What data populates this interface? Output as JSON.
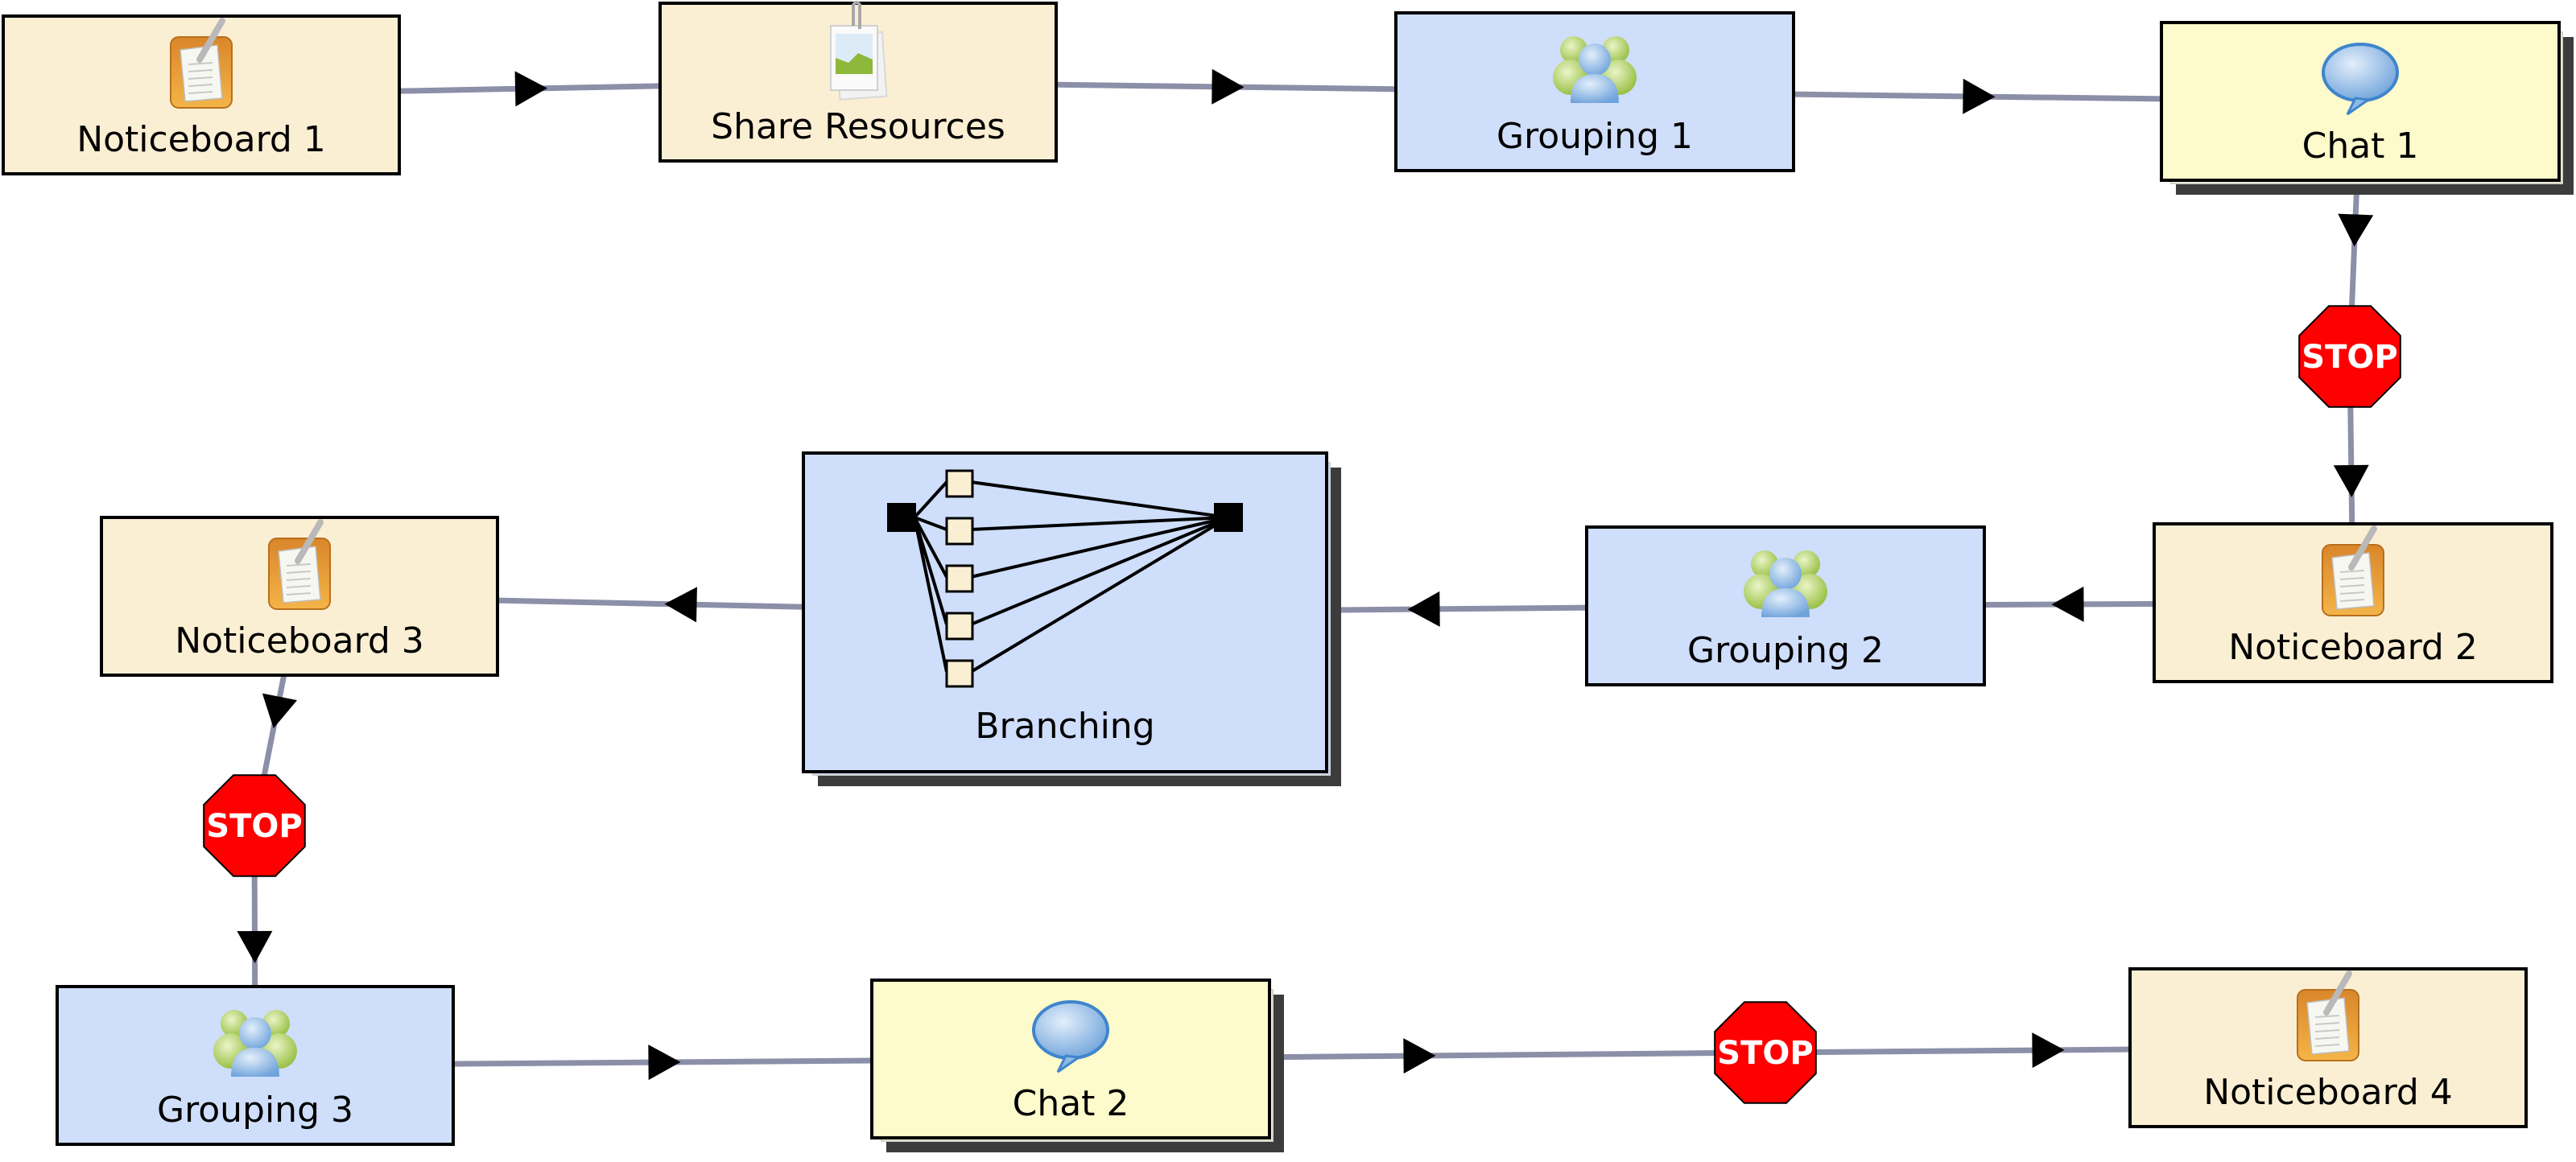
{
  "diagram": {
    "type": "learning-design-sequence",
    "colors": {
      "notice_fill": "#FBEFD3",
      "grouping_fill": "#CFDEFA",
      "chat_fill": "#FDFACB",
      "connector": "#8C8FA8",
      "stop_fill": "#FF0000",
      "shadow": "#3C3C3C"
    },
    "nodes": [
      {
        "id": "noticeboard-1",
        "label": "Noticeboard 1",
        "kind": "noticeboard",
        "icon": "noticeboard-icon"
      },
      {
        "id": "share-resources",
        "label": "Share Resources",
        "kind": "resources",
        "icon": "share-resources-icon"
      },
      {
        "id": "grouping-1",
        "label": "Grouping 1",
        "kind": "grouping",
        "icon": "grouping-icon"
      },
      {
        "id": "chat-1",
        "label": "Chat 1",
        "kind": "chat",
        "icon": "chat-icon"
      },
      {
        "id": "noticeboard-2",
        "label": "Noticeboard 2",
        "kind": "noticeboard",
        "icon": "noticeboard-icon"
      },
      {
        "id": "grouping-2",
        "label": "Grouping 2",
        "kind": "grouping",
        "icon": "grouping-icon"
      },
      {
        "id": "branching",
        "label": "Branching",
        "kind": "branching",
        "icon": "branching-icon"
      },
      {
        "id": "noticeboard-3",
        "label": "Noticeboard 3",
        "kind": "noticeboard",
        "icon": "noticeboard-icon"
      },
      {
        "id": "grouping-3",
        "label": "Grouping 3",
        "kind": "grouping",
        "icon": "grouping-icon"
      },
      {
        "id": "chat-2",
        "label": "Chat 2",
        "kind": "chat",
        "icon": "chat-icon"
      },
      {
        "id": "noticeboard-4",
        "label": "Noticeboard 4",
        "kind": "noticeboard",
        "icon": "noticeboard-icon"
      }
    ],
    "stop_label": "STOP",
    "stops": [
      {
        "id": "stop-1",
        "after": "chat-1",
        "before": "noticeboard-2"
      },
      {
        "id": "stop-2",
        "after": "noticeboard-3",
        "before": "grouping-3"
      },
      {
        "id": "stop-3",
        "after": "chat-2",
        "before": "noticeboard-4"
      }
    ],
    "edges": [
      {
        "from": "noticeboard-1",
        "to": "share-resources"
      },
      {
        "from": "share-resources",
        "to": "grouping-1"
      },
      {
        "from": "grouping-1",
        "to": "chat-1"
      },
      {
        "from": "chat-1",
        "to": "stop-1"
      },
      {
        "from": "stop-1",
        "to": "noticeboard-2"
      },
      {
        "from": "noticeboard-2",
        "to": "grouping-2"
      },
      {
        "from": "grouping-2",
        "to": "branching"
      },
      {
        "from": "branching",
        "to": "noticeboard-3"
      },
      {
        "from": "noticeboard-3",
        "to": "stop-2"
      },
      {
        "from": "stop-2",
        "to": "grouping-3"
      },
      {
        "from": "grouping-3",
        "to": "chat-2"
      },
      {
        "from": "chat-2",
        "to": "stop-3"
      },
      {
        "from": "stop-3",
        "to": "noticeboard-4"
      }
    ]
  }
}
